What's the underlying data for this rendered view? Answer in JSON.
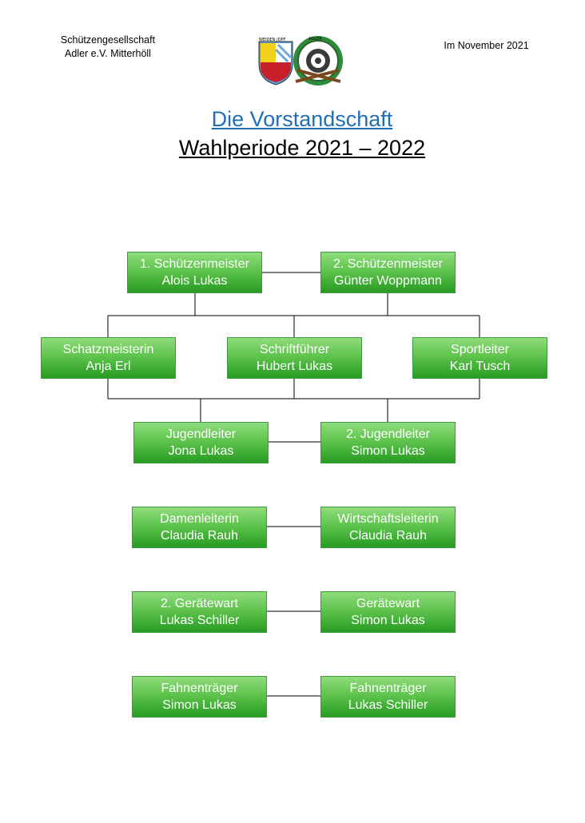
{
  "header": {
    "club_line1": "Schützengesellschaft",
    "club_line2": "Adler e.V. Mitterhöll",
    "date": "Im November 2021",
    "logo_text_left": "WEIDEN /OPF",
    "logo_text_right": "ADLER"
  },
  "title": {
    "line1": "Die Vorstandschaft",
    "line2": "Wahlperiode 2021 – 2022"
  },
  "boxes": {
    "b1": {
      "role": "1. Schützenmeister",
      "name": "Alois Lukas"
    },
    "b2": {
      "role": "2. Schützenmeister",
      "name": "Günter Woppmann"
    },
    "b3": {
      "role": "Schatzmeisterin",
      "name": "Anja Erl"
    },
    "b4": {
      "role": "Schriftführer",
      "name": "Hubert Lukas"
    },
    "b5": {
      "role": "Sportleiter",
      "name": "Karl Tusch"
    },
    "b6": {
      "role": "Jugendleiter",
      "name": "Jona Lukas"
    },
    "b7": {
      "role": "2. Jugendleiter",
      "name": "Simon Lukas"
    },
    "b8": {
      "role": "Damenleiterin",
      "name": "Claudia Rauh"
    },
    "b9": {
      "role": "Wirtschaftsleiterin",
      "name": "Claudia Rauh"
    },
    "b10": {
      "role": "2. Gerätewart",
      "name": "Lukas Schiller"
    },
    "b11": {
      "role": "Gerätewart",
      "name": "Simon Lukas"
    },
    "b12": {
      "role": "Fahnenträger",
      "name": "Simon Lukas"
    },
    "b13": {
      "role": "Fahnenträger",
      "name": "Lukas Schiller"
    }
  }
}
